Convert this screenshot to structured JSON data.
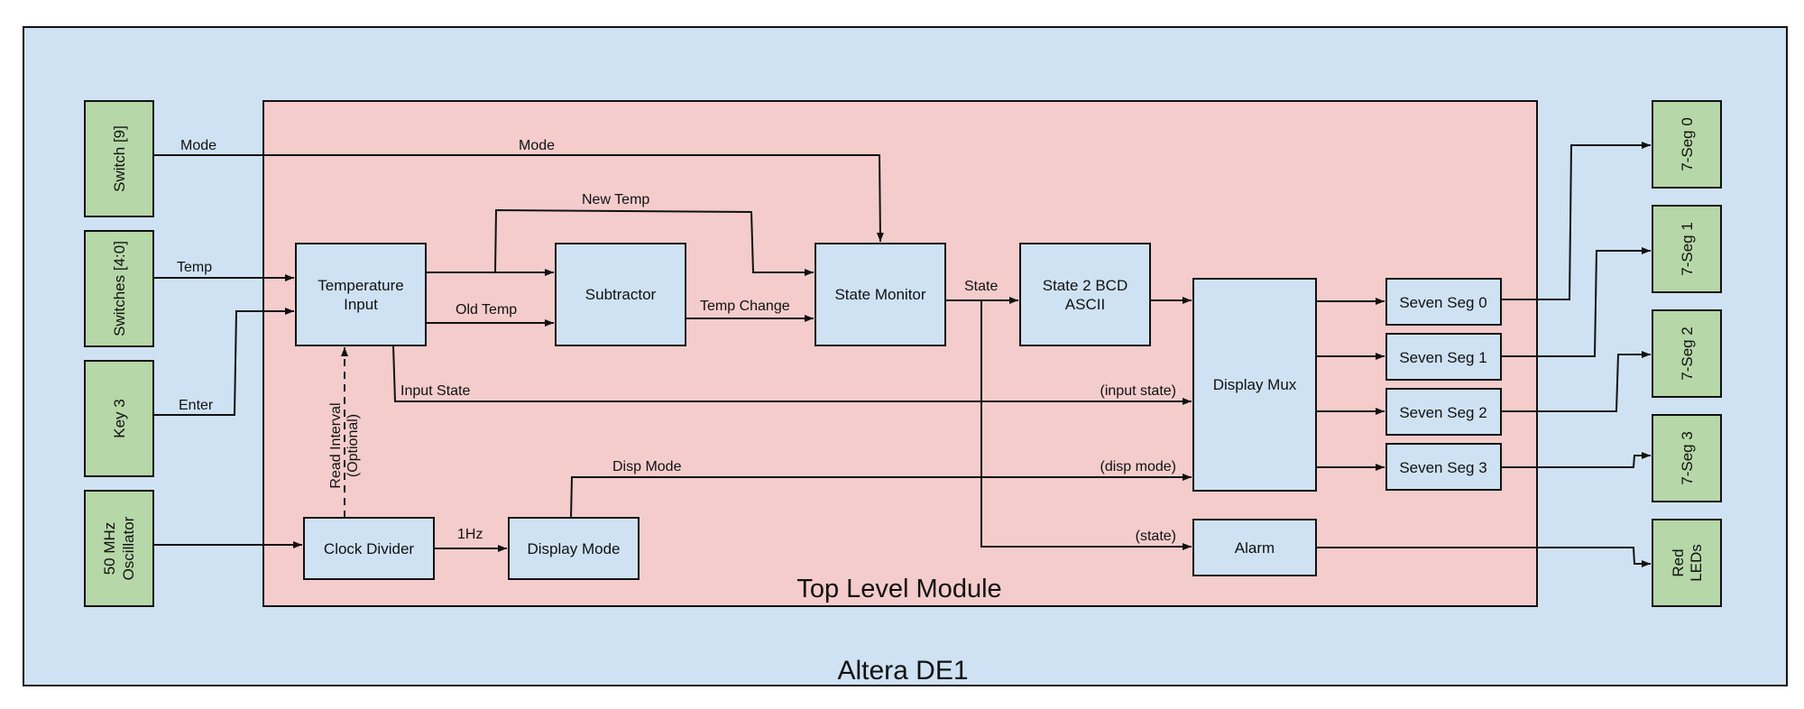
{
  "board": {
    "title": "Altera DE1"
  },
  "module": {
    "title": "Top Level Module"
  },
  "inputs": {
    "switch9": "Switch [9]",
    "switches40": "Switches [4:0]",
    "key3": "Key 3",
    "oscillator": [
      "50 MHz",
      "Oscillator"
    ]
  },
  "outputs": {
    "seg0": "7-Seg 0",
    "seg1": "7-Seg 1",
    "seg2": "7-Seg 2",
    "seg3": "7-Seg 3",
    "red_leds": [
      "Red",
      "LEDs"
    ]
  },
  "blocks": {
    "temperature_input": [
      "Temperature",
      "Input"
    ],
    "subtractor": "Subtractor",
    "state_monitor": "State Monitor",
    "state2bcd": [
      "State 2 BCD",
      "ASCII"
    ],
    "display_mux": "Display Mux",
    "seven_seg_0": "Seven Seg 0",
    "seven_seg_1": "Seven Seg 1",
    "seven_seg_2": "Seven Seg 2",
    "seven_seg_3": "Seven Seg 3",
    "alarm": "Alarm",
    "clock_divider": "Clock Divider",
    "display_mode": "Display Mode"
  },
  "signals": {
    "mode_outer": "Mode",
    "mode_inner": "Mode",
    "temp": "Temp",
    "enter": "Enter",
    "new_temp": "New Temp",
    "old_temp": "Old Temp",
    "temp_change": "Temp Change",
    "state": "State",
    "input_state": "Input State",
    "input_state_mux": "(input state)",
    "disp_mode": "Disp Mode",
    "disp_mode_mux": "(disp mode)",
    "state_alarm": "(state)",
    "hz": "1Hz",
    "read_interval": [
      "Read Interval",
      "(Optional)"
    ]
  },
  "colors": {
    "board_fill": "#cfe2f3",
    "module_fill": "#f4cccc",
    "block_fill": "#cfe2f3",
    "io_fill": "#b6d7a8",
    "line": "#111111"
  }
}
